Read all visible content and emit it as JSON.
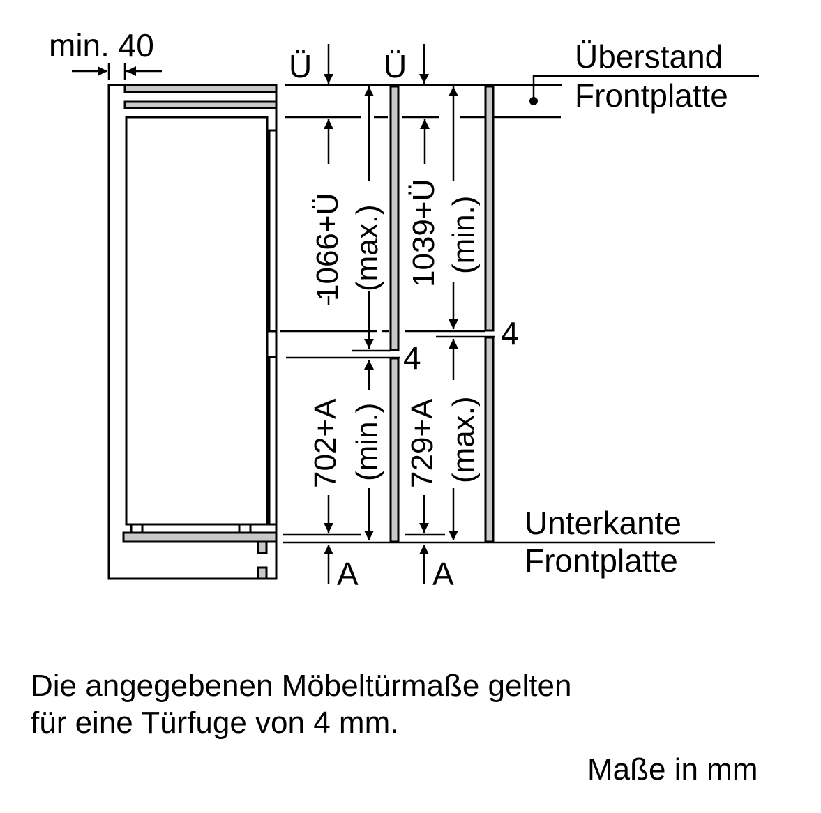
{
  "diagram": {
    "type": "installation-dimension-drawing",
    "colors": {
      "line": "#000000",
      "panel_fill": "#c8c8c8",
      "background": "#ffffff"
    },
    "labels": {
      "min_gap": "min. 40",
      "overhang_symbol_1": "Ü",
      "overhang_symbol_2": "Ü",
      "overhang_title_line1": "Überstand",
      "overhang_title_line2": "Frontplatte",
      "bottom_edge_line1": "Unterkante",
      "bottom_edge_line2": "Frontplatte",
      "upper_door_left_value": "1066+Ü",
      "upper_door_left_qualifier": "(max.)",
      "upper_door_right_value": "1039+Ü",
      "upper_door_right_qualifier": "(min.)",
      "lower_door_left_value": "702+A",
      "lower_door_left_qualifier": "(min.)",
      "lower_door_right_value": "729+A",
      "lower_door_right_qualifier": "(max.)",
      "gap_left": "4",
      "gap_right": "4",
      "bottom_symbol_1": "A",
      "bottom_symbol_2": "A"
    }
  },
  "notes": {
    "line1": "Die angegebenen Möbeltürmaße gelten",
    "line2": "für eine Türfuge von 4 mm.",
    "units": "Maße in mm"
  }
}
